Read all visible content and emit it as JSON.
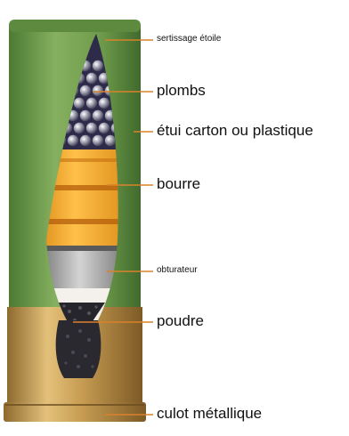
{
  "labels": {
    "crimp": "sertissage étoile",
    "shot": "plombs",
    "hull": "étui carton ou plastique",
    "wad": "bourre",
    "overpowder": "obturateur",
    "powder": "poudre",
    "base": "culot métallique"
  },
  "colors": {
    "hull": "#6f9a4a",
    "brass": "#c9a257",
    "wad": "#f1a72a",
    "shot_bg": "#2e2a4a",
    "powder": "#27252c",
    "leader_line": "#d9822a"
  }
}
